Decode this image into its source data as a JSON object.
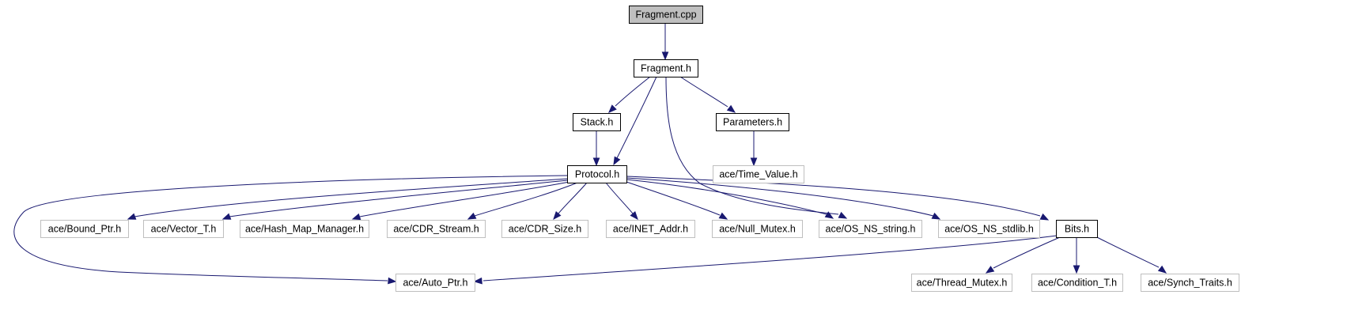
{
  "graph": {
    "colors": {
      "edge": "#191970",
      "root_fill": "#bfbfbf",
      "local_border": "#000000",
      "external_border": "#bfbfbf",
      "node_fill": "#ffffff"
    },
    "nodes": [
      {
        "id": "fragment_cpp",
        "label": "Fragment.cpp",
        "kind": "root"
      },
      {
        "id": "fragment_h",
        "label": "Fragment.h",
        "kind": "local"
      },
      {
        "id": "stack_h",
        "label": "Stack.h",
        "kind": "local"
      },
      {
        "id": "parameters_h",
        "label": "Parameters.h",
        "kind": "local"
      },
      {
        "id": "time_value_h",
        "label": "ace/Time_Value.h",
        "kind": "external"
      },
      {
        "id": "protocol_h",
        "label": "Protocol.h",
        "kind": "local"
      },
      {
        "id": "bound_ptr_h",
        "label": "ace/Bound_Ptr.h",
        "kind": "external"
      },
      {
        "id": "vector_t_h",
        "label": "ace/Vector_T.h",
        "kind": "external"
      },
      {
        "id": "hash_map_manager_h",
        "label": "ace/Hash_Map_Manager.h",
        "kind": "external"
      },
      {
        "id": "cdr_stream_h",
        "label": "ace/CDR_Stream.h",
        "kind": "external"
      },
      {
        "id": "cdr_size_h",
        "label": "ace/CDR_Size.h",
        "kind": "external"
      },
      {
        "id": "inet_addr_h",
        "label": "ace/INET_Addr.h",
        "kind": "external"
      },
      {
        "id": "null_mutex_h",
        "label": "ace/Null_Mutex.h",
        "kind": "external"
      },
      {
        "id": "os_ns_string_h",
        "label": "ace/OS_NS_string.h",
        "kind": "external"
      },
      {
        "id": "os_ns_stdlib_h",
        "label": "ace/OS_NS_stdlib.h",
        "kind": "external"
      },
      {
        "id": "bits_h",
        "label": "Bits.h",
        "kind": "local"
      },
      {
        "id": "auto_ptr_h",
        "label": "ace/Auto_Ptr.h",
        "kind": "external"
      },
      {
        "id": "thread_mutex_h",
        "label": "ace/Thread_Mutex.h",
        "kind": "external"
      },
      {
        "id": "condition_t_h",
        "label": "ace/Condition_T.h",
        "kind": "external"
      },
      {
        "id": "synch_traits_h",
        "label": "ace/Synch_Traits.h",
        "kind": "external"
      }
    ],
    "edges": [
      {
        "from": "fragment_cpp",
        "to": "fragment_h"
      },
      {
        "from": "fragment_h",
        "to": "stack_h"
      },
      {
        "from": "fragment_h",
        "to": "protocol_h"
      },
      {
        "from": "fragment_h",
        "to": "parameters_h"
      },
      {
        "from": "fragment_h",
        "to": "os_ns_string_h"
      },
      {
        "from": "stack_h",
        "to": "protocol_h"
      },
      {
        "from": "parameters_h",
        "to": "time_value_h"
      },
      {
        "from": "protocol_h",
        "to": "bound_ptr_h"
      },
      {
        "from": "protocol_h",
        "to": "vector_t_h"
      },
      {
        "from": "protocol_h",
        "to": "hash_map_manager_h"
      },
      {
        "from": "protocol_h",
        "to": "cdr_stream_h"
      },
      {
        "from": "protocol_h",
        "to": "cdr_size_h"
      },
      {
        "from": "protocol_h",
        "to": "inet_addr_h"
      },
      {
        "from": "protocol_h",
        "to": "null_mutex_h"
      },
      {
        "from": "protocol_h",
        "to": "os_ns_string_h"
      },
      {
        "from": "protocol_h",
        "to": "os_ns_stdlib_h"
      },
      {
        "from": "protocol_h",
        "to": "bits_h"
      },
      {
        "from": "protocol_h",
        "to": "auto_ptr_h"
      },
      {
        "from": "bits_h",
        "to": "auto_ptr_h"
      },
      {
        "from": "bits_h",
        "to": "thread_mutex_h"
      },
      {
        "from": "bits_h",
        "to": "condition_t_h"
      },
      {
        "from": "bits_h",
        "to": "synch_traits_h"
      }
    ]
  }
}
